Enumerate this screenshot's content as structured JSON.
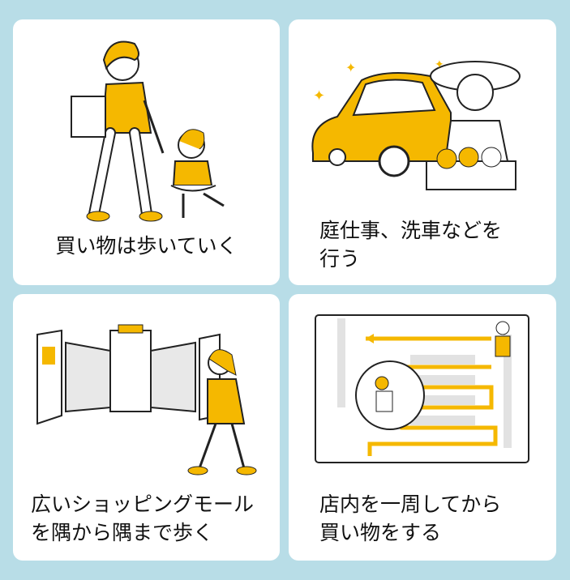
{
  "cards": [
    {
      "caption": "買い物は歩いていく",
      "illustration": "mother-child-walking-shopping"
    },
    {
      "caption": "庭仕事、洗車などを\n行う",
      "illustration": "car-and-vegetable-basket"
    },
    {
      "caption": "広いショッピングモール\nを隅から隅まで歩く",
      "illustration": "woman-walking-in-mall"
    },
    {
      "caption": "店内を一周してから\n買い物をする",
      "illustration": "store-route-map"
    }
  ],
  "colors": {
    "background": "#b8dde7",
    "accent": "#f5b800",
    "card": "#ffffff"
  }
}
